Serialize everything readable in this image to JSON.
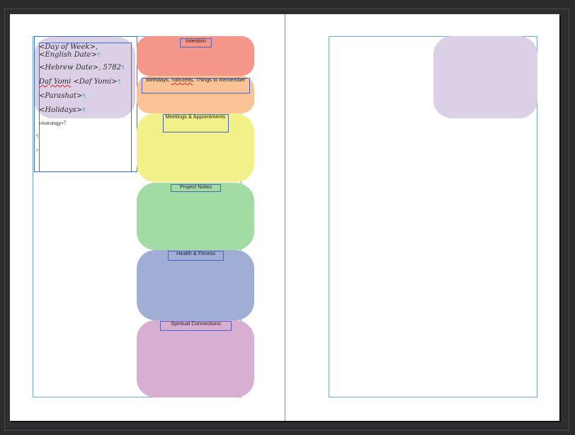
{
  "colors": {
    "intention": "#f4978a",
    "birthdays": "#f9c396",
    "meetings": "#f2f089",
    "project": "#a3dba4",
    "health": "#a0aed6",
    "spiritual": "#d8aed3",
    "date_box": "#dcd0e6"
  },
  "left_page": {
    "date_lines": {
      "day_week": "<Day of Week>, <English Date>",
      "hebrew_date": "<Hebrew Date>, 5782",
      "daf_prefix": "Daf Yomi",
      "daf_rest": " <Daf Yomi>",
      "parashat": "<Parashat>",
      "holidays": "<Holidays>",
      "astrology": "<Astrology>"
    },
    "sections": {
      "intention": "Intention",
      "birthdays_a": "Birthdays, ",
      "birthdays_b": "Yahrzeits",
      "birthdays_c": ", Things to Remember",
      "meetings": "Meetings & Appointments",
      "project": "Project Notes",
      "health": "Health & Fitness",
      "spiritual": "Spiritual Connections"
    },
    "marks": {
      "pilcrow": "¶",
      "hash": "#"
    }
  }
}
